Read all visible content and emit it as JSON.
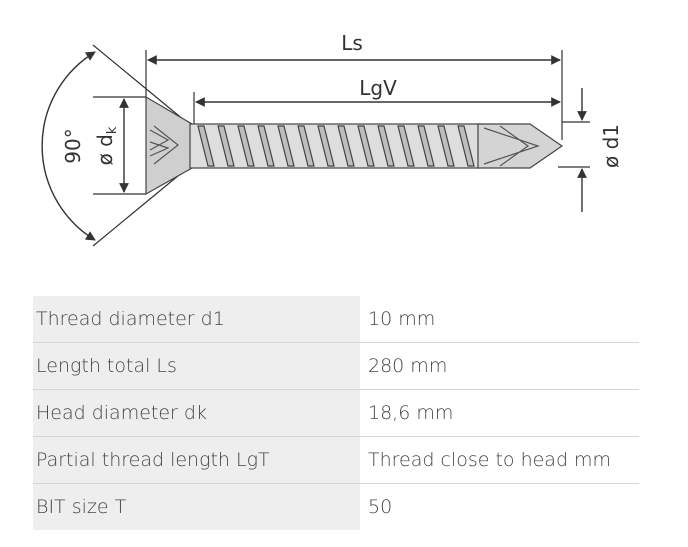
{
  "diagram": {
    "labels": {
      "ls": "Ls",
      "lgv": "LgV",
      "angle": "90°",
      "head_diameter": "ø d",
      "head_diameter_sub": "k",
      "thread_diameter": "ø d1"
    }
  },
  "table": {
    "rows": [
      {
        "label": "Thread diameter d1",
        "value": "10 mm"
      },
      {
        "label": "Length total Ls",
        "value": "280 mm"
      },
      {
        "label": "Head diameter dk",
        "value": "18,6 mm"
      },
      {
        "label": "Partial thread length LgT",
        "value": "Thread close to head mm"
      },
      {
        "label": "BIT size T",
        "value": "50"
      }
    ]
  }
}
